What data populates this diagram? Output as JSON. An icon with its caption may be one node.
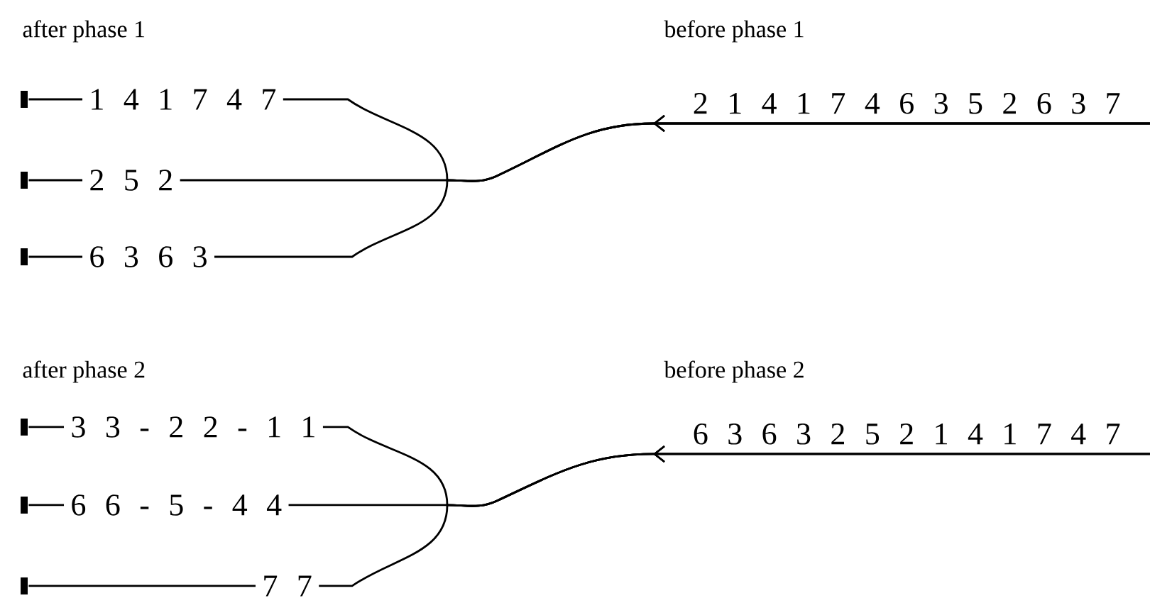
{
  "diagram": {
    "nodes": [
      {
        "text": [
          "2 1 4 1 7 4 6 3 5 2 6 3 7"
        ]
      },
      {
        "text": [
          "1 4 1 7 4 7"
        ]
      },
      {
        "text": [
          "2 5 2"
        ]
      },
      {
        "text": [
          "6 3 6 3"
        ]
      },
      {
        "text": [],
        "shape": "bar"
      },
      {
        "text": [],
        "shape": "bar"
      },
      {
        "text": [],
        "shape": "bar"
      },
      {
        "text": [
          "6 3 6 3 2 5 2 1 4 1 7 4 7"
        ]
      },
      {
        "text": [
          "3 3 - 2 2 - 1 1"
        ]
      },
      {
        "text": [
          "6 6 - 5 - 4 4"
        ]
      },
      {
        "text": [
          "7 7"
        ]
      },
      {
        "text": [],
        "shape": "bar"
      },
      {
        "text": [],
        "shape": "bar"
      },
      {
        "text": [],
        "shape": "bar"
      }
    ],
    "edges": [
      {
        "from": 0,
        "to": 1,
        "arrow": "to"
      },
      {
        "from": 0,
        "to": 2,
        "arrow": "to"
      },
      {
        "from": 0,
        "to": 3,
        "arrow": "to"
      },
      {
        "from": 1,
        "to": 4,
        "arrow": "none"
      },
      {
        "from": 2,
        "to": 5,
        "arrow": "none"
      },
      {
        "from": 3,
        "to": 6,
        "arrow": "none"
      },
      {
        "from": 7,
        "to": 8,
        "arrow": "to"
      },
      {
        "from": 7,
        "to": 9,
        "arrow": "to"
      },
      {
        "from": 7,
        "to": 10,
        "arrow": "to"
      },
      {
        "from": 8,
        "to": 11,
        "arrow": "none"
      },
      {
        "from": 9,
        "to": 12,
        "arrow": "none"
      },
      {
        "from": 10,
        "to": 13,
        "arrow": "none"
      }
    ],
    "labels": [
      "after phase 1",
      "before phase 1",
      "after phase 2",
      "before phase 2"
    ]
  }
}
